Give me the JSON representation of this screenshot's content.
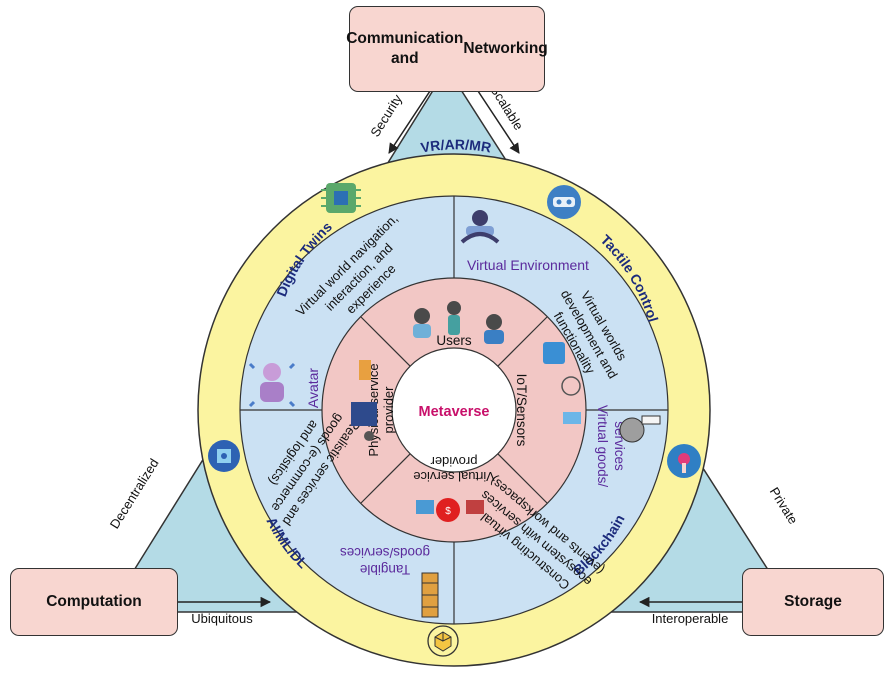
{
  "nodes": {
    "communication": "Communication and Networking",
    "computation": "Computation",
    "storage": "Storage"
  },
  "edges": {
    "security": "Security",
    "scalable": "Scalable",
    "decentralized": "Decentralized",
    "private": "Private",
    "ubiquitous": "Ubiquitous",
    "interoperable": "Interoperable"
  },
  "outer_ring": {
    "vr": "VR/AR/MR",
    "digital_twins": "Digital Twins",
    "tactile": "Tactile Control",
    "blockchain": "Blockchain",
    "aiml": "AI/ML/DL"
  },
  "middle_ring": {
    "virtual_environment": "Virtual Environment",
    "avatar": "Avatar",
    "virtual_goods": [
      "Virtual goods/",
      "services"
    ],
    "tangible": [
      "Tangible",
      "goods/services"
    ],
    "nav_text": [
      "Virtual world navigation,",
      "interaction, and",
      "experience"
    ],
    "dev_text": [
      "Virtual worlds",
      "development and",
      "functionality"
    ],
    "construct_text": [
      "Constructing virtual",
      "ecosystem with services",
      "(events and workspaces)"
    ],
    "realistic_text": [
      "Realistic services and",
      "goods (e-commerce",
      "and logistics)"
    ]
  },
  "inner_ring": {
    "users": "Users",
    "iot": "IoT/Sensors",
    "virtual_provider": [
      "Virtual service",
      "provider"
    ],
    "physical_provider": [
      "Physical service",
      "provider"
    ]
  },
  "center": "Metaverse",
  "colors": {
    "node_fill": "#f8d6d0",
    "triangle_fill": "#b4dbe6",
    "outer_ring": "#fbf4a0",
    "middle_ring": "#cbe1f3",
    "inner_ring": "#f2c7c5",
    "ring_label": "#1c2b7c",
    "purple_label": "#5b2a9c",
    "center_label": "#c8106a"
  },
  "icons": [
    "chip-icon",
    "vr-headset-icon",
    "ai-brain-icon",
    "touch-icon",
    "blockchain-cube-icon",
    "vr-user-icon",
    "avatar-icon",
    "robot-hand-icon",
    "tower-icon",
    "users-icon",
    "iot-icon",
    "robot-arm-icon",
    "virtual-provider-icon"
  ]
}
